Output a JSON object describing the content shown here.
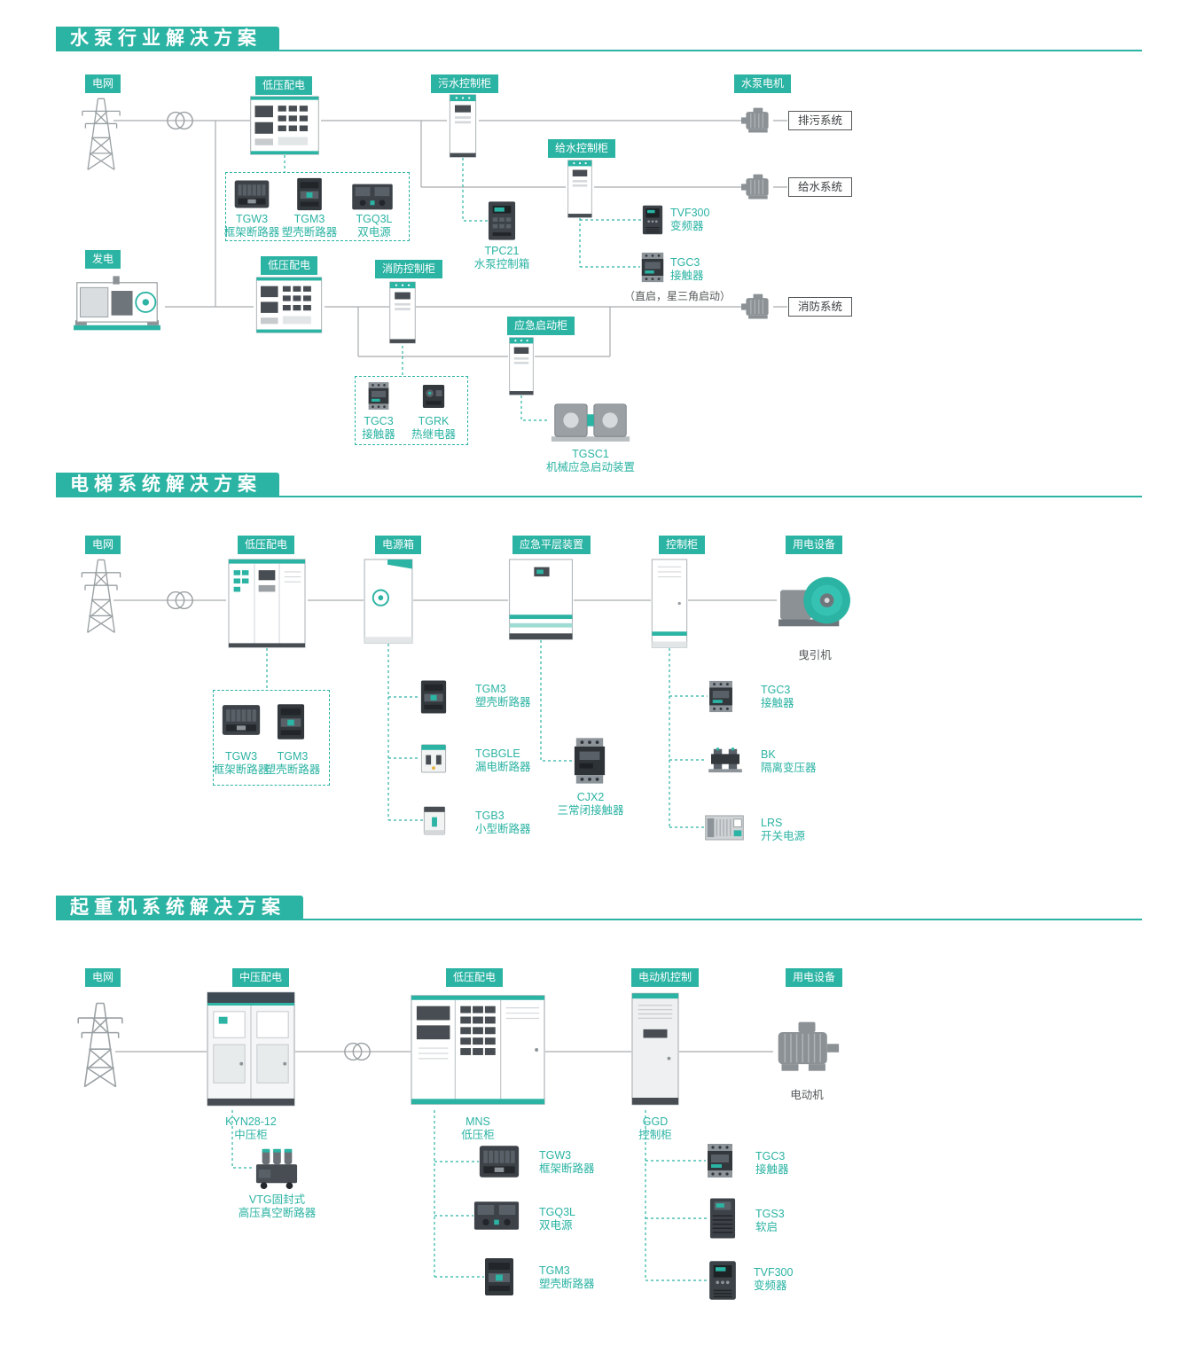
{
  "accent": "#2bb3a3",
  "pump": {
    "title": "水泵行业解决方案",
    "badges": {
      "grid": "电网",
      "lv_dist_1": "低压配电",
      "sewage_cabinet": "污水控制柜",
      "supply_cabinet": "给水控制柜",
      "pump_motor": "水泵电机",
      "generator": "发电",
      "lv_dist_2": "低压配电",
      "fire_cabinet": "消防控制柜",
      "emergency_cabinet": "应急启动柜"
    },
    "systems": {
      "sewage": "排污系统",
      "water_supply": "给水系统",
      "fire": "消防系统"
    },
    "products": {
      "tgw3": {
        "name": "TGW3",
        "desc": "框架断路器"
      },
      "tgm3": {
        "name": "TGM3",
        "desc": "塑壳断路器"
      },
      "tgq3l": {
        "name": "TGQ3L",
        "desc": "双电源"
      },
      "tpc21": {
        "name": "TPC21",
        "desc": "水泵控制箱"
      },
      "tvf300": {
        "name": "TVF300",
        "desc": "变频器"
      },
      "tgc3_main": {
        "name": "TGC3",
        "desc": "接触器"
      },
      "tgc3_fire": {
        "name": "TGC3",
        "desc": "接触器"
      },
      "tgrk": {
        "name": "TGRK",
        "desc": "热继电器"
      },
      "tgsc1": {
        "name": "TGSC1",
        "desc": "机械应急启动装置"
      }
    },
    "note": "（直启，星三角启动）"
  },
  "elevator": {
    "title": "电梯系统解决方案",
    "badges": {
      "grid": "电网",
      "lv_dist": "低压配电",
      "power_box": "电源箱",
      "leveling_device": "应急平层装置",
      "control_cabinet": "控制柜",
      "equipment": "用电设备"
    },
    "labels": {
      "traction_machine": "曳引机"
    },
    "products": {
      "tgw3": {
        "name": "TGW3",
        "desc": "框架断路器"
      },
      "tgm3_box": {
        "name": "TGM3",
        "desc": "塑壳断路器"
      },
      "tgm3": {
        "name": "TGM3",
        "desc": "塑壳断路器"
      },
      "tgbgle": {
        "name": "TGBGLE",
        "desc": "漏电断路器"
      },
      "tgb3": {
        "name": "TGB3",
        "desc": "小型断路器"
      },
      "cjx2": {
        "name": "CJX2",
        "desc": "三常闭接触器"
      },
      "tgc3": {
        "name": "TGC3",
        "desc": "接触器"
      },
      "bk": {
        "name": "BK",
        "desc": "隔离变压器"
      },
      "lrs": {
        "name": "LRS",
        "desc": "开关电源"
      }
    }
  },
  "crane": {
    "title": "起重机系统解决方案",
    "badges": {
      "grid": "电网",
      "mv_dist": "中压配电",
      "lv_dist": "低压配电",
      "motor_control": "电动机控制",
      "equipment": "用电设备"
    },
    "labels": {
      "motor": "电动机"
    },
    "products": {
      "kyn2812": {
        "name": "KYN28-12",
        "desc": "中压柜"
      },
      "vtg": {
        "name": "VTG固封式",
        "desc": "高压真空断路器"
      },
      "mns": {
        "name": "MNS",
        "desc": "低压柜"
      },
      "ggd": {
        "name": "GGD",
        "desc": "控制柜"
      },
      "tgw3": {
        "name": "TGW3",
        "desc": "框架断路器"
      },
      "tgq3l": {
        "name": "TGQ3L",
        "desc": "双电源"
      },
      "tgm3": {
        "name": "TGM3",
        "desc": "塑壳断路器"
      },
      "tgc3": {
        "name": "TGC3",
        "desc": "接触器"
      },
      "tgs3": {
        "name": "TGS3",
        "desc": "软启"
      },
      "tvf300": {
        "name": "TVF300",
        "desc": "变频器"
      }
    }
  }
}
